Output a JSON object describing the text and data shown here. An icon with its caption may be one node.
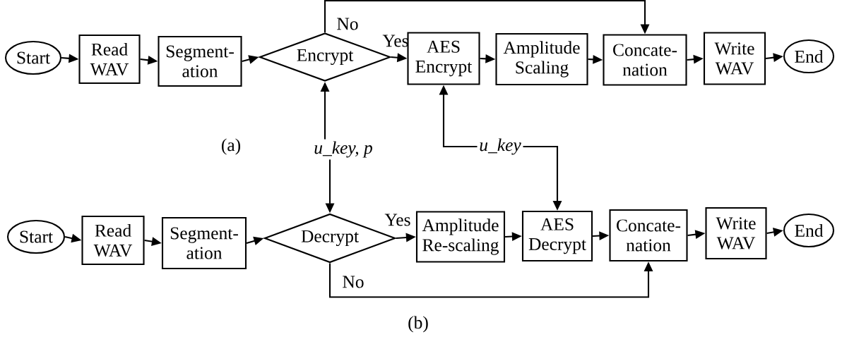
{
  "diagram": {
    "nodes": [
      {
        "text": [
          "Start"
        ]
      },
      {
        "text": [
          "Read WAV"
        ]
      },
      {
        "text": [
          "Segment- ation"
        ]
      },
      {
        "text": [
          "Encrypt"
        ]
      },
      {
        "text": [
          "AES Encrypt"
        ]
      },
      {
        "text": [
          "Amplitude Scaling"
        ]
      },
      {
        "text": [
          "Concate- nation"
        ]
      },
      {
        "text": [
          "Write WAV"
        ]
      },
      {
        "text": [
          "End"
        ]
      },
      {
        "text": [
          "u_key, p"
        ]
      },
      {
        "text": [
          "u_key"
        ]
      },
      {
        "text": [
          "Start"
        ]
      },
      {
        "text": [
          "Read WAV"
        ]
      },
      {
        "text": [
          "Segment- ation"
        ]
      },
      {
        "text": [
          "Decrypt"
        ]
      },
      {
        "text": [
          "Amplitude Re-scaling"
        ]
      },
      {
        "text": [
          "AES Decrypt"
        ]
      },
      {
        "text": [
          "Concate- nation"
        ]
      },
      {
        "text": [
          "Write WAV"
        ]
      },
      {
        "text": [
          "End"
        ]
      }
    ],
    "edges": [
      {
        "from": 0,
        "to": 1,
        "arrow": "to"
      },
      {
        "from": 1,
        "to": 2,
        "arrow": "to"
      },
      {
        "from": 2,
        "to": 3,
        "arrow": "to"
      },
      {
        "from": 3,
        "to": 4,
        "arrow": "to",
        "label": "Yes"
      },
      {
        "from": 3,
        "to": 6,
        "arrow": "to",
        "label": "No"
      },
      {
        "from": 4,
        "to": 5,
        "arrow": "to"
      },
      {
        "from": 5,
        "to": 6,
        "arrow": "to"
      },
      {
        "from": 6,
        "to": 7,
        "arrow": "to"
      },
      {
        "from": 7,
        "to": 8,
        "arrow": "to"
      },
      {
        "from": 9,
        "to": 3,
        "arrow": "to"
      },
      {
        "from": 9,
        "to": 14,
        "arrow": "to"
      },
      {
        "from": 10,
        "to": 4,
        "arrow": "to"
      },
      {
        "from": 10,
        "to": 16,
        "arrow": "to"
      },
      {
        "from": 11,
        "to": 12,
        "arrow": "to"
      },
      {
        "from": 12,
        "to": 13,
        "arrow": "to"
      },
      {
        "from": 13,
        "to": 14,
        "arrow": "to"
      },
      {
        "from": 14,
        "to": 15,
        "arrow": "to",
        "label": "Yes"
      },
      {
        "from": 14,
        "to": 17,
        "arrow": "to",
        "label": "No"
      },
      {
        "from": 15,
        "to": 16,
        "arrow": "to"
      },
      {
        "from": 16,
        "to": 17,
        "arrow": "to"
      },
      {
        "from": 17,
        "to": 18,
        "arrow": "to"
      },
      {
        "from": 18,
        "to": 19,
        "arrow": "to"
      }
    ],
    "labels": [
      "(a)",
      "(b)"
    ]
  }
}
